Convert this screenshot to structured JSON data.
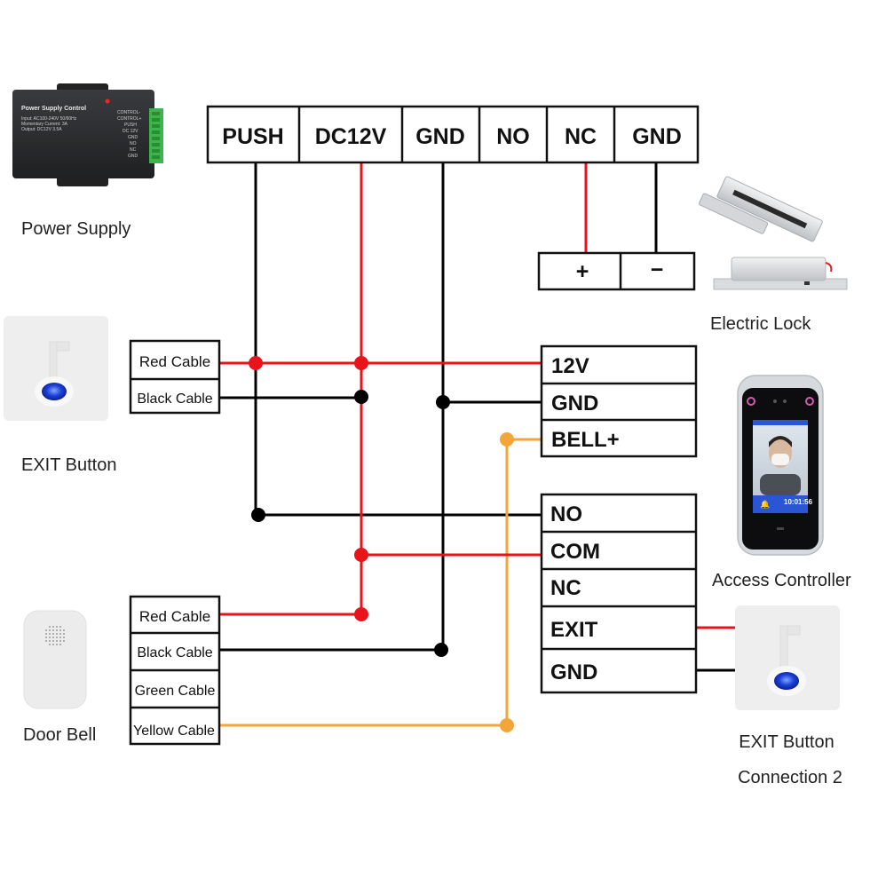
{
  "power_supply": {
    "caption": "Power Supply",
    "device_title": "Power Supply Control",
    "device_specs": [
      "Input: AC100-240V 50/60Hz",
      "Momentary Current: 3A",
      "Output: DC12V 3.5A"
    ],
    "terminal_labels": [
      "CONTROL-",
      "CONTROL+",
      "PUSH",
      "DC 12V",
      "GND",
      "NO",
      "NC",
      "GND"
    ],
    "header_terminals": [
      "PUSH",
      "DC12V",
      "GND",
      "NO",
      "NC",
      "GND"
    ]
  },
  "electric_lock": {
    "caption": "Electric Lock",
    "terminals": [
      "+",
      "−"
    ]
  },
  "exit_button_1": {
    "caption": "EXIT Button",
    "cables": [
      "Red Cable",
      "Black Cable"
    ]
  },
  "door_bell": {
    "caption": "Door Bell",
    "cables": [
      "Red Cable",
      "Black Cable",
      "Green Cable",
      "Yellow Cable"
    ]
  },
  "access_controller": {
    "caption": "Access Controller",
    "screen_time": "10:01:56",
    "power_terminals": [
      "12V",
      "GND",
      "BELL+"
    ],
    "relay_terminals": [
      "NO",
      "COM",
      "NC",
      "EXIT",
      "GND"
    ]
  },
  "exit_button_2": {
    "caption_line1": "EXIT Button",
    "caption_line2": "Connection 2"
  },
  "wire_colors": {
    "red": "#e8131b",
    "black": "#000000",
    "yellow": "#f4a53a"
  }
}
